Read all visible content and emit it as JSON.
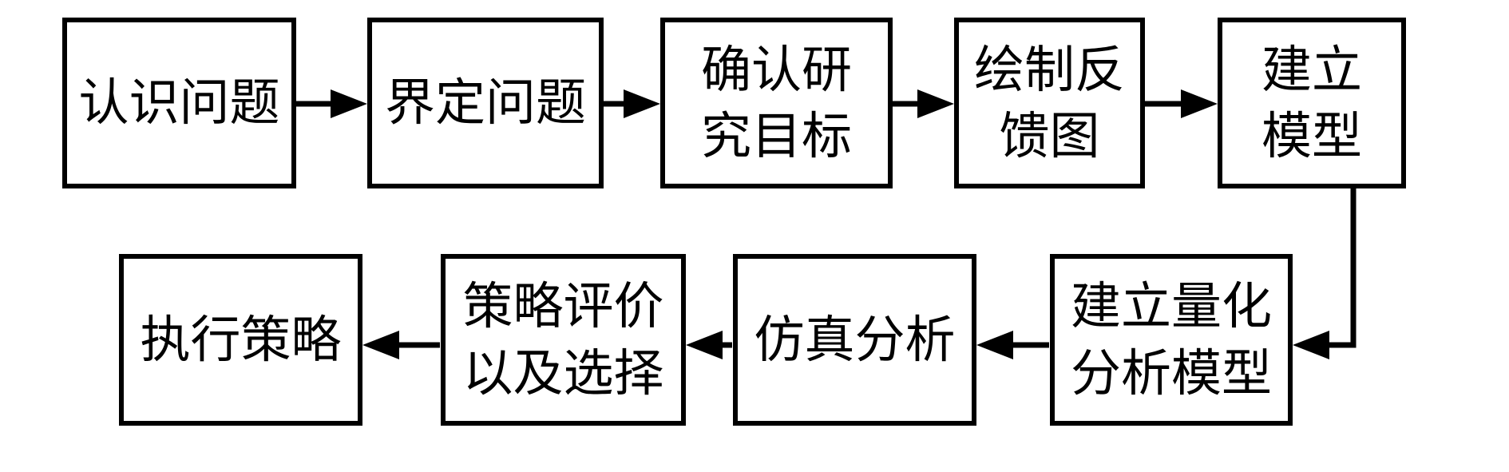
{
  "canvas": {
    "background_color": "#ffffff",
    "line_color": "#000000",
    "text_color": "#000000"
  },
  "flowchart": {
    "nodes": [
      {
        "id": 1,
        "label": "认识问题"
      },
      {
        "id": 2,
        "label": "界定问题"
      },
      {
        "id": 3,
        "label": "确认研\n究目标"
      },
      {
        "id": 4,
        "label": "绘制反\n馈图"
      },
      {
        "id": 5,
        "label": "建立\n模型"
      },
      {
        "id": 6,
        "label": "建立量化\n分析模型"
      },
      {
        "id": 7,
        "label": "仿真分析"
      },
      {
        "id": 8,
        "label": "策略评价\n以及选择"
      },
      {
        "id": 9,
        "label": "执行策略"
      }
    ],
    "edges": [
      {
        "from": "认识问题",
        "to": "界定问题",
        "direction": "right"
      },
      {
        "from": "界定问题",
        "to": "确认研究目标",
        "direction": "right"
      },
      {
        "from": "确认研究目标",
        "to": "绘制反馈图",
        "direction": "right"
      },
      {
        "from": "绘制反馈图",
        "to": "建立模型",
        "direction": "right"
      },
      {
        "from": "建立模型",
        "to": "建立量化分析模型",
        "direction": "down-left"
      },
      {
        "from": "建立量化分析模型",
        "to": "仿真分析",
        "direction": "left"
      },
      {
        "from": "仿真分析",
        "to": "策略评价以及选择",
        "direction": "left"
      },
      {
        "from": "策略评价以及选择",
        "to": "执行策略",
        "direction": "left"
      }
    ]
  }
}
